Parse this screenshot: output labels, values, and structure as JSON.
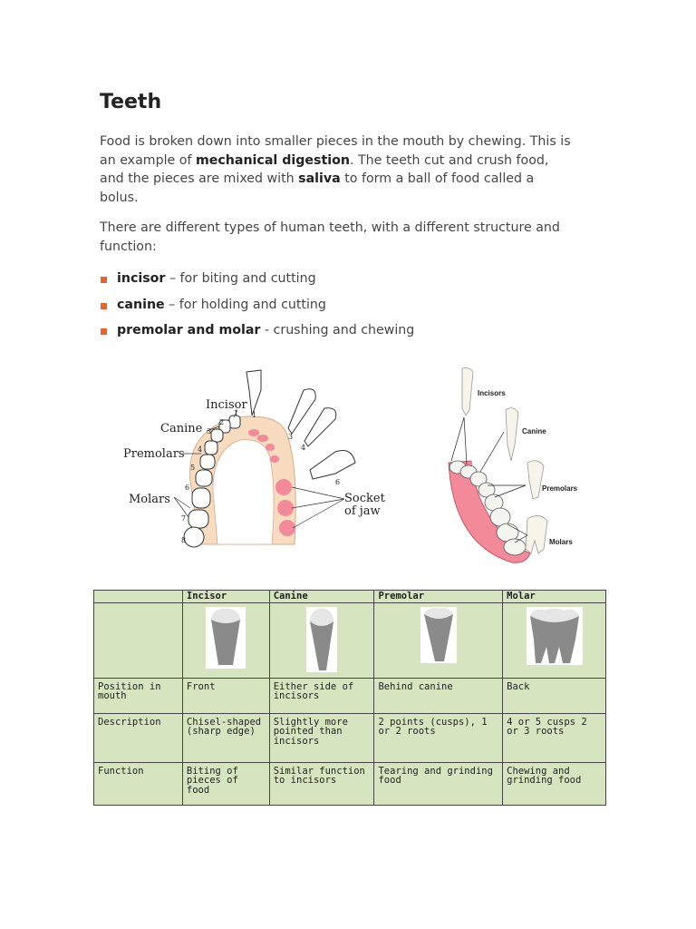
{
  "heading": "Teeth",
  "intro": {
    "text_1": "Food is broken down into smaller pieces in the mouth by chewing. This is an example of ",
    "bold_1": "mechanical digestion",
    "text_2": ". The teeth cut and crush food, and the pieces are mixed with ",
    "bold_2": "saliva",
    "text_3": " to form a ball of food called a bolus."
  },
  "types_intro": "There are different types of human teeth, with a different structure and function:",
  "bullets": [
    {
      "term": "incisor",
      "desc": " – for biting and cutting"
    },
    {
      "term": "canine",
      "desc": " – for holding and cutting"
    },
    {
      "term": "premolar and molar",
      "desc": " - crushing and chewing"
    }
  ],
  "jaw_diagram": {
    "labels": [
      "Incisor",
      "Canine",
      "Premolars",
      "Molars",
      "Socket",
      "of jaw"
    ],
    "numbers": [
      "1",
      "2",
      "3",
      "4",
      "5",
      "6",
      "7",
      "8",
      "1",
      "3",
      "4",
      "6"
    ]
  },
  "side_diagram": {
    "labels": [
      "Incisors",
      "Canine",
      "Premolars",
      "Molars"
    ]
  },
  "table": {
    "headers": [
      "",
      "Incisor",
      "Canine",
      "Premolar",
      "Molar"
    ],
    "rows": [
      {
        "label": "Position in mouth",
        "cells": [
          "Front",
          "Either side of incisors",
          "Behind canine",
          "Back"
        ]
      },
      {
        "label": "Description",
        "cells": [
          "Chisel-shaped (sharp edge)",
          "Slightly more pointed than incisors",
          "2 points (cusps), 1 or 2 roots",
          "4 or 5 cusps 2 or 3 roots"
        ]
      },
      {
        "label": "Function",
        "cells": [
          "Biting of pieces of food",
          "Similar function to incisors",
          "Tearing and grinding food",
          "Chewing and grinding food"
        ]
      }
    ]
  },
  "colors": {
    "bullet": "#e8652b",
    "table_bg": "#d6e5c0",
    "gum": "#f7dcc0",
    "socket": "#f28a9a"
  }
}
